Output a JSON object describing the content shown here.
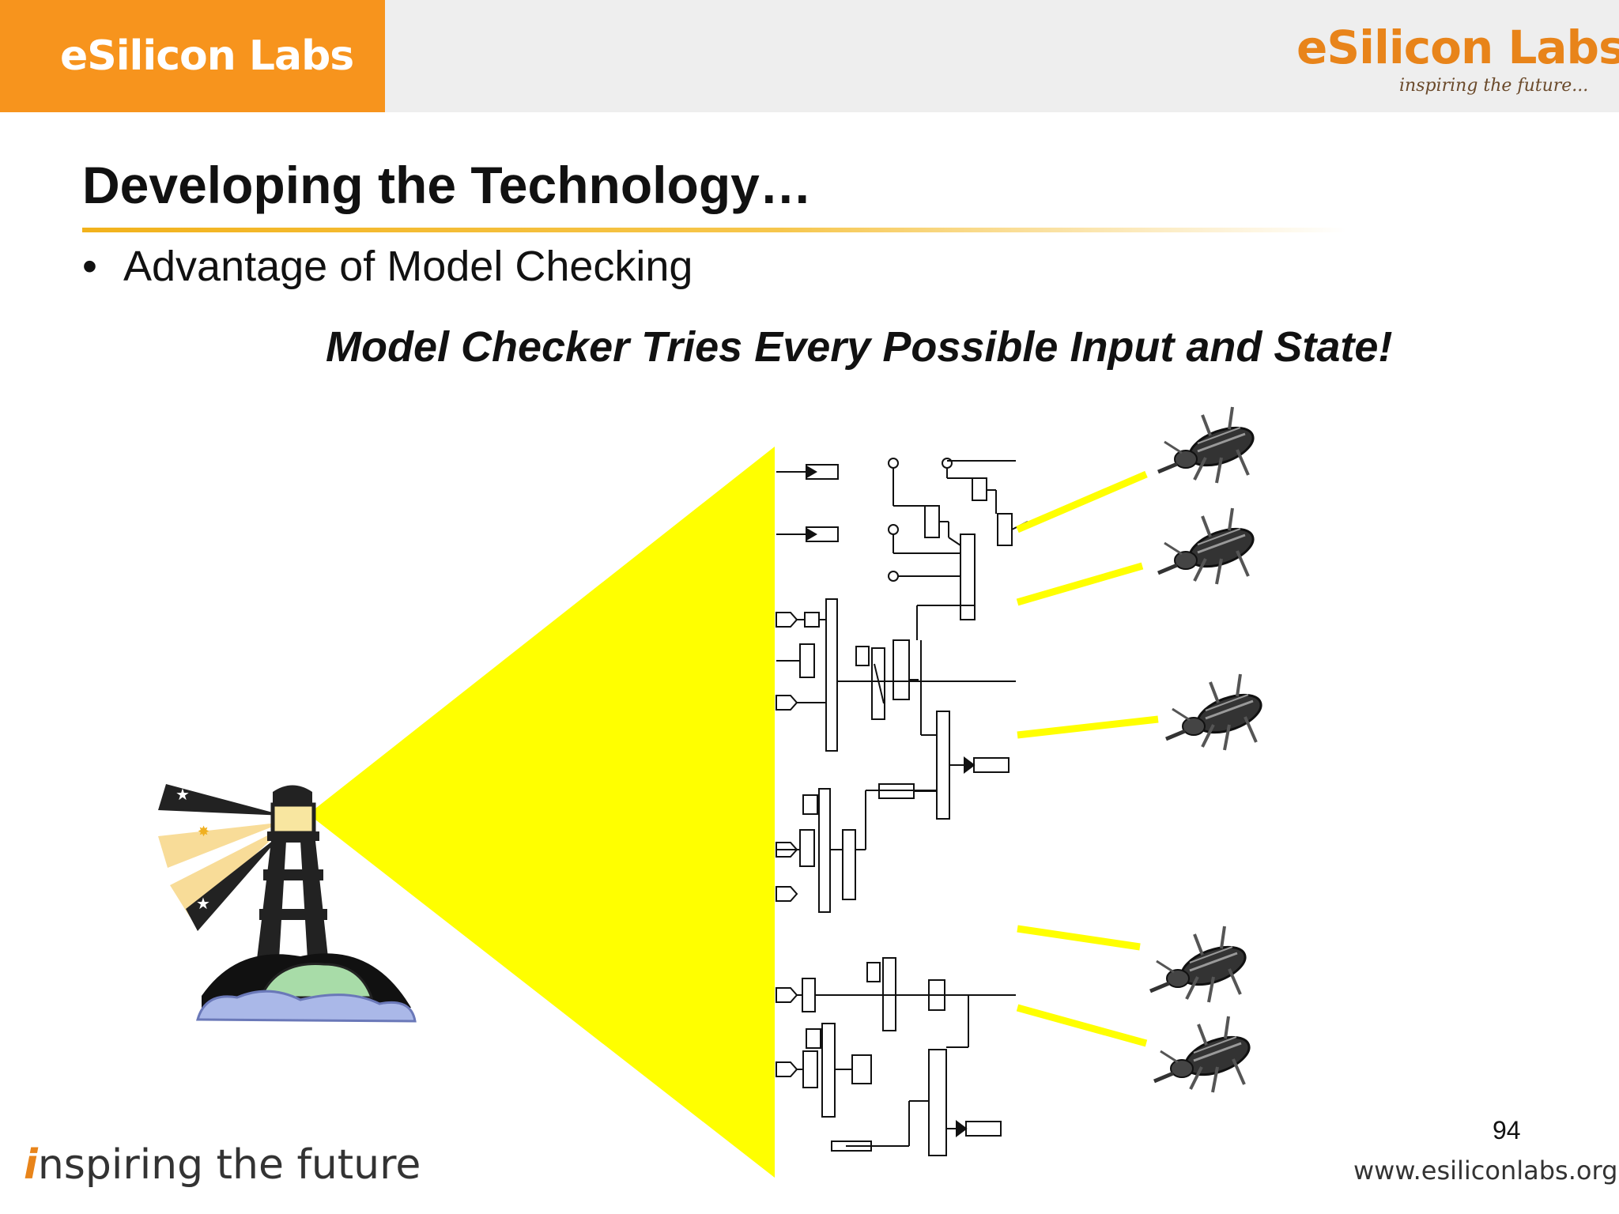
{
  "header": {
    "brand_tab": "eSilicon Labs",
    "logo_text": "eSilicon Labs",
    "logo_tagline": "inspiring the future..."
  },
  "slide": {
    "title": "Developing the Technology…",
    "bullet": "Advantage of Model Checking",
    "subheading": "Model Checker Tries Every Possible Input and State!",
    "page_number": "94"
  },
  "footer": {
    "tagline": "nspiring the future",
    "url": "www.esiliconlabs.org"
  },
  "colors": {
    "brand_orange": "#f7941d",
    "beam_yellow": "#ffff00",
    "rule_gold": "#f2b21c"
  },
  "icons": [
    "lighthouse-icon",
    "bug-icon"
  ]
}
